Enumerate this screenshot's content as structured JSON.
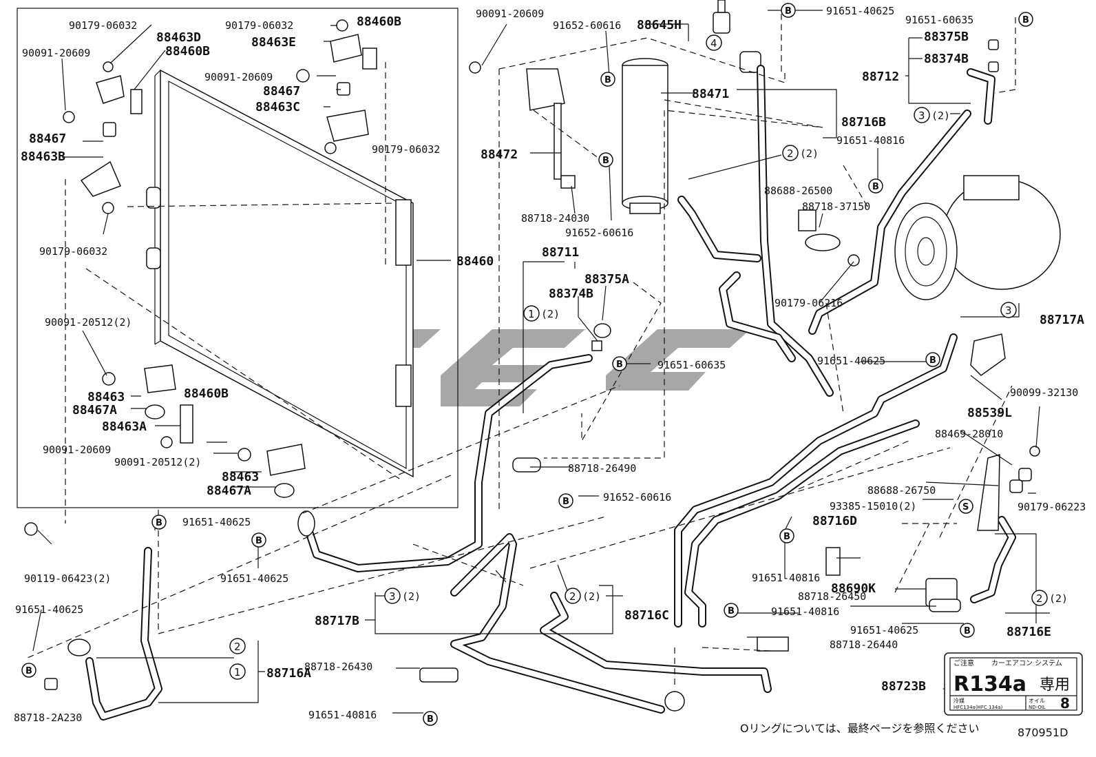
{
  "labels": {
    "l1": "90179-06032",
    "l2": "88463D",
    "l3": "90091-20609",
    "l4": "88460B",
    "l5": "88467",
    "l6": "88463B",
    "l7": "90179-06032",
    "l8": "90179-06032",
    "l9": "88460B",
    "l10": "88463E",
    "l11": "90091-20609",
    "l12": "88467",
    "l13": "88463C",
    "l14": "90179-06032",
    "l15": "90091-20512(2)",
    "l16": "88463",
    "l17": "88467A",
    "l18": "88460B",
    "l19": "88463A",
    "l20": "90091-20609",
    "l21": "90091-20512(2)",
    "l22": "88463",
    "l23": "88467A",
    "l24": "88460",
    "l25": "90119-06423(2)",
    "l26": "91651-40625",
    "l27": "88718-2A230",
    "l28": "91651-40625",
    "l29": "91651-40625",
    "l30": "88716A",
    "l31": "90091-20609",
    "l32": "91652-60616",
    "l33": "88472",
    "l34": "88718-24030",
    "l35": "91652-60616",
    "l36": "88645H",
    "l37": "88471",
    "l38": "88711",
    "l39": "88374B",
    "l40": "88375A",
    "l41": "91651-60635",
    "l42": "88718-26490",
    "l43": "91652-60616",
    "l44": "88717B",
    "l45": "88716C",
    "l46": "88718-26430",
    "l47": "91651-40816",
    "l48": "91651-40625",
    "l49": "91651-60635",
    "l50": "88375B",
    "l51": "88374B",
    "l52": "88712",
    "l53": "88716B",
    "l54": "91651-40816",
    "l55": "88688-26500",
    "l56": "88718-37150",
    "l57": "90179-06216",
    "l58": "88717A",
    "l59": "91651-40625",
    "l60": "90099-32130",
    "l61": "88539L",
    "l62": "88469-28010",
    "l63": "88688-26750",
    "l64": "90179-06223",
    "l65": "93385-15010(2)",
    "l66": "88716D",
    "l67": "91651-40816",
    "l68": "88718-26450",
    "l69": "88690K",
    "l70": "91651-40816",
    "l71": "91651-40625",
    "l72": "88716E",
    "l73": "88718-26440",
    "l74": "88723B"
  },
  "circle_markers": {
    "m1": "1",
    "m2": "2",
    "m3": "3",
    "m4": "4",
    "q1": "(2)",
    "q2": "(2)",
    "q3": "(2)",
    "q4": "(2)",
    "q5": "(2)",
    "q6": "(2)"
  },
  "bolt_marker": "B",
  "spacer_marker": "S",
  "r134a_label": {
    "caution": "ご注意",
    "system": "カーエアコン システム",
    "refrigerant": "R134a",
    "exclusive": "専用",
    "small1": "冷媒",
    "small2": "HFC134a(HFC 134a)",
    "oil_label": "オイル",
    "oil_small": "ND-OIL",
    "oil_num": "8"
  },
  "footer_note": "Oリングについては、最終ページを参照ください",
  "doc_number": "870951D",
  "watermark": "GPC"
}
